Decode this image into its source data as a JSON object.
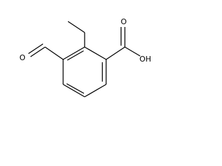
{
  "structure": {
    "labels": {
      "aldehyde_oxygen": "O",
      "carbonyl_oxygen": "O",
      "hydroxyl": "OH"
    },
    "colors": {
      "background": "#ffffff",
      "ink": "#000000"
    }
  }
}
